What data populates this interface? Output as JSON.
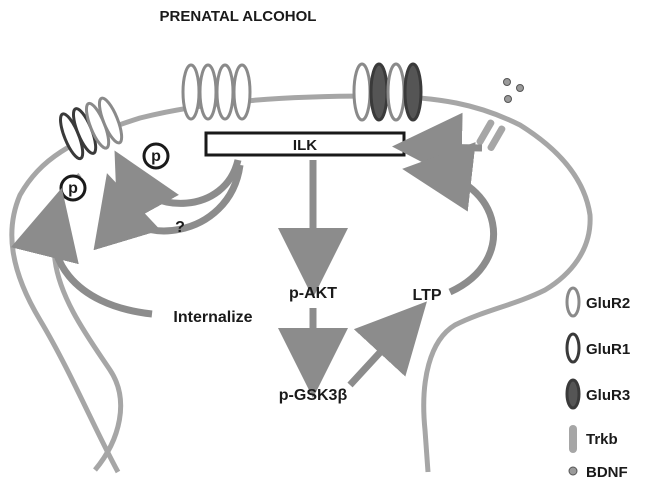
{
  "title": "PRENATAL ALCOHOL",
  "ilk_label": "ILK",
  "phospho_label": "p",
  "unknown_label": "?",
  "nodes": {
    "internalize": "Internalize",
    "p_akt": "p-AKT",
    "p_gsk3b": "p-GSK3β",
    "ltp": "LTP"
  },
  "legend": [
    {
      "label": "GluR2",
      "icon": "ring-outline-light"
    },
    {
      "label": "GluR1",
      "icon": "ring-outline-dark"
    },
    {
      "label": "GluR3",
      "icon": "ring-filled-dark"
    },
    {
      "label": "Trkb",
      "icon": "bar-light-gray"
    },
    {
      "label": "BDNF",
      "icon": "dot-gray"
    }
  ],
  "colors": {
    "membrane": "#a6a6a6",
    "arrow": "#8c8c8c",
    "glur2_stroke": "#8a8a8a",
    "glur1_stroke": "#3a3a3a",
    "glur3_fill": "#555555",
    "text": "#1a1a1a"
  }
}
